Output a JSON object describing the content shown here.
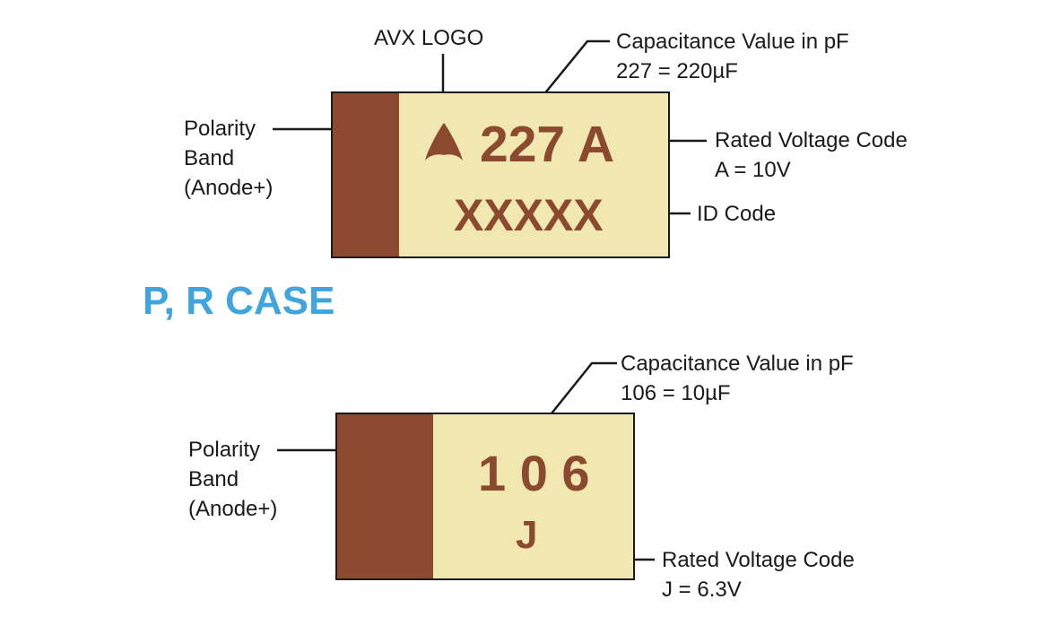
{
  "colors": {
    "band": "#8b4a2f",
    "body": "#f0e8b0",
    "marking": "#8b4a2f",
    "text": "#1a1a1a",
    "title": "#3fa5dc"
  },
  "top_case": {
    "logo_label": "AVX LOGO",
    "logo_icon": "avx-logo-icon",
    "capacitance_label": [
      "Capacitance Value in pF",
      "227 = 220µF"
    ],
    "polarity_label": [
      "Polarity",
      "Band",
      "(Anode+)"
    ],
    "voltage_label": [
      "Rated Voltage Code",
      "A = 10V"
    ],
    "id_label": "ID Code",
    "marking_line1": "227 A",
    "marking_line2": "XXXXX"
  },
  "section_title": "P, R CASE",
  "bottom_case": {
    "capacitance_label": [
      "Capacitance Value in pF",
      "106 = 10µF"
    ],
    "polarity_label": [
      "Polarity",
      "Band",
      "(Anode+)"
    ],
    "voltage_label": [
      "Rated Voltage Code",
      "J = 6.3V"
    ],
    "marking_line1": "1 0 6",
    "marking_line2": "J"
  }
}
